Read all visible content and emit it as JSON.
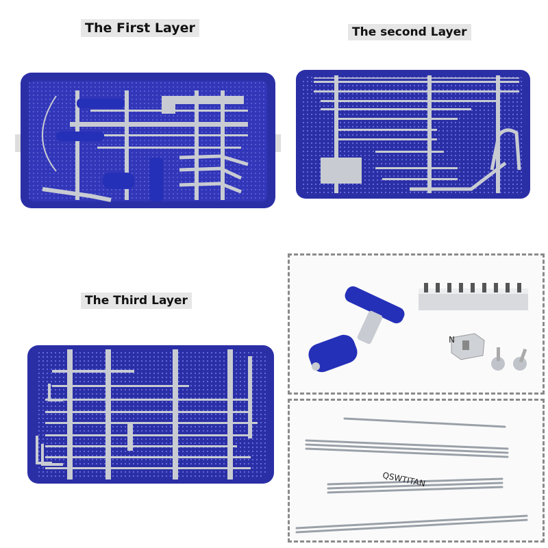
{
  "labels": {
    "first": "The First Layer",
    "second": "The second Layer",
    "third": "The Third Layer"
  },
  "detail_top": {
    "marker": "N"
  },
  "detail_bottom": {
    "watermark": "QSWTITAN"
  },
  "colors": {
    "tray": "#2b2fa6",
    "tray_dark": "#1e2180",
    "metal": "#c8ccd2",
    "handle": "#2530b8",
    "frame": "#8a8a8a"
  }
}
